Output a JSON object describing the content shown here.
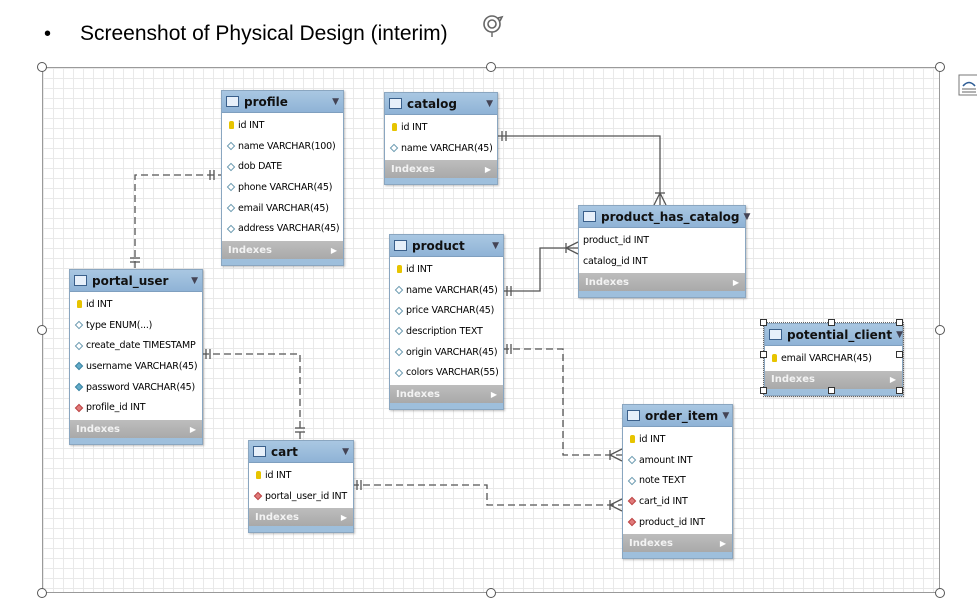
{
  "heading": {
    "bullet": "•",
    "text": "Screenshot of Physical Design (interim)"
  },
  "icons": {
    "rotate": "rotate-handle-icon",
    "layout": "layout-options-icon"
  },
  "colors": {
    "header": "#9fbfdd",
    "indexes": "#b3b3b3",
    "key": "#e7c400",
    "fk": "#e07a7a",
    "grid": "#e9e9e9"
  },
  "tables": [
    {
      "id": "profile",
      "name": "profile",
      "indexes": "Indexes",
      "columns": [
        {
          "text": "id INT",
          "icon": "key"
        },
        {
          "text": "name VARCHAR(100)",
          "icon": "open"
        },
        {
          "text": "dob DATE",
          "icon": "open"
        },
        {
          "text": "phone VARCHAR(45)",
          "icon": "open"
        },
        {
          "text": "email VARCHAR(45)",
          "icon": "open"
        },
        {
          "text": "address VARCHAR(45)",
          "icon": "open"
        }
      ]
    },
    {
      "id": "catalog",
      "name": "catalog",
      "indexes": "Indexes",
      "columns": [
        {
          "text": "id INT",
          "icon": "key"
        },
        {
          "text": "name VARCHAR(45)",
          "icon": "open"
        }
      ]
    },
    {
      "id": "product_has_catalog",
      "name": "product_has_catalog",
      "indexes": "Indexes",
      "columns": [
        {
          "text": "product_id INT",
          "icon": "none"
        },
        {
          "text": "catalog_id INT",
          "icon": "none"
        }
      ]
    },
    {
      "id": "product",
      "name": "product",
      "indexes": "Indexes",
      "columns": [
        {
          "text": "id INT",
          "icon": "key"
        },
        {
          "text": "name VARCHAR(45)",
          "icon": "open"
        },
        {
          "text": "price VARCHAR(45)",
          "icon": "open"
        },
        {
          "text": "description TEXT",
          "icon": "open"
        },
        {
          "text": "origin VARCHAR(45)",
          "icon": "open"
        },
        {
          "text": "colors VARCHAR(55)",
          "icon": "open"
        }
      ]
    },
    {
      "id": "portal_user",
      "name": "portal_user",
      "indexes": "Indexes",
      "columns": [
        {
          "text": "id INT",
          "icon": "key"
        },
        {
          "text": "type ENUM(...)",
          "icon": "open"
        },
        {
          "text": "create_date TIMESTAMP",
          "icon": "open"
        },
        {
          "text": "username VARCHAR(45)",
          "icon": "filled"
        },
        {
          "text": "password VARCHAR(45)",
          "icon": "filled"
        },
        {
          "text": "profile_id INT",
          "icon": "fk"
        }
      ]
    },
    {
      "id": "potential_client",
      "name": "potential_client",
      "indexes": "Indexes",
      "columns": [
        {
          "text": "email VARCHAR(45)",
          "icon": "key"
        }
      ]
    },
    {
      "id": "cart",
      "name": "cart",
      "indexes": "Indexes",
      "columns": [
        {
          "text": "id INT",
          "icon": "key"
        },
        {
          "text": "portal_user_id INT",
          "icon": "fk"
        }
      ]
    },
    {
      "id": "order_item",
      "name": "order_item",
      "indexes": "Indexes",
      "columns": [
        {
          "text": "id INT",
          "icon": "key"
        },
        {
          "text": "amount INT",
          "icon": "open"
        },
        {
          "text": "note TEXT",
          "icon": "open"
        },
        {
          "text": "cart_id INT",
          "icon": "fk"
        },
        {
          "text": "product_id INT",
          "icon": "fk"
        }
      ]
    }
  ],
  "relationships": [
    {
      "from": "portal_user",
      "to": "profile",
      "style": "dashed"
    },
    {
      "from": "catalog",
      "to": "product_has_catalog",
      "style": "solid"
    },
    {
      "from": "product",
      "to": "product_has_catalog",
      "style": "solid"
    },
    {
      "from": "portal_user",
      "to": "cart",
      "style": "dashed"
    },
    {
      "from": "product",
      "to": "order_item",
      "style": "dashed"
    },
    {
      "from": "cart",
      "to": "order_item",
      "style": "dashed"
    }
  ]
}
